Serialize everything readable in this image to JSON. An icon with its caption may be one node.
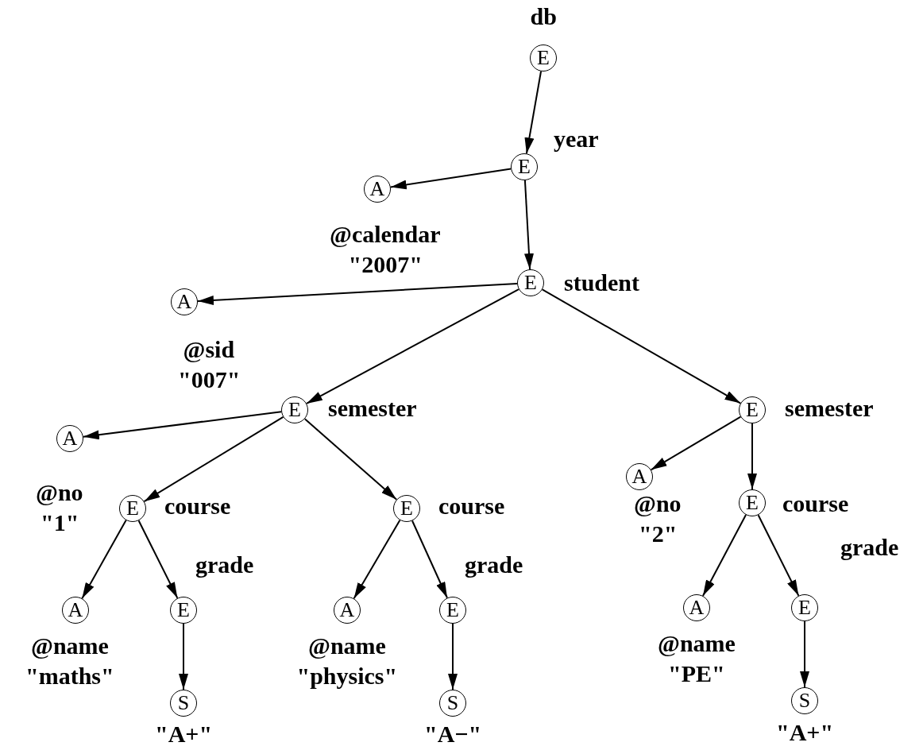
{
  "diagram": {
    "nodes": [
      {
        "text": [
          "E"
        ],
        "beside": [
          "db"
        ]
      },
      {
        "text": [
          "E"
        ],
        "beside": [
          "year"
        ]
      },
      {
        "text": [
          "A"
        ],
        "beside": [
          "@calendar",
          "\"2007\""
        ]
      },
      {
        "text": [
          "E"
        ],
        "beside": [
          "student"
        ]
      },
      {
        "text": [
          "A"
        ],
        "beside": [
          "@sid",
          "\"007\""
        ]
      },
      {
        "text": [
          "E"
        ],
        "beside": [
          "semester"
        ]
      },
      {
        "text": [
          "A"
        ],
        "beside": [
          "@no",
          "\"1\""
        ]
      },
      {
        "text": [
          "E"
        ],
        "beside": [
          "course"
        ]
      },
      {
        "text": [
          "A"
        ],
        "beside": [
          "@name",
          "\"maths\""
        ]
      },
      {
        "text": [
          "E"
        ],
        "beside": [
          "grade"
        ]
      },
      {
        "text": [
          "S"
        ],
        "beside": [
          "\"A+\""
        ]
      },
      {
        "text": [
          "E"
        ],
        "beside": [
          "course"
        ]
      },
      {
        "text": [
          "A"
        ],
        "beside": [
          "@name",
          "\"physics\""
        ]
      },
      {
        "text": [
          "E"
        ],
        "beside": [
          "grade"
        ]
      },
      {
        "text": [
          "S"
        ],
        "beside": [
          "\"A−\""
        ]
      },
      {
        "text": [
          "E"
        ],
        "beside": [
          "semester"
        ]
      },
      {
        "text": [
          "A"
        ],
        "beside": [
          "@no",
          "\"2\""
        ]
      },
      {
        "text": [
          "E"
        ],
        "beside": [
          "course"
        ]
      },
      {
        "text": [
          "A"
        ],
        "beside": [
          "@name",
          "\"PE\""
        ]
      },
      {
        "text": [
          "E"
        ],
        "beside": [
          "grade"
        ]
      },
      {
        "text": [
          "S"
        ],
        "beside": [
          "\"A+\""
        ]
      }
    ],
    "edges": [
      {
        "from": 0,
        "to": 1,
        "arrow": "to"
      },
      {
        "from": 1,
        "to": 2,
        "arrow": "to"
      },
      {
        "from": 1,
        "to": 3,
        "arrow": "to"
      },
      {
        "from": 3,
        "to": 4,
        "arrow": "to"
      },
      {
        "from": 3,
        "to": 5,
        "arrow": "to"
      },
      {
        "from": 3,
        "to": 15,
        "arrow": "to"
      },
      {
        "from": 5,
        "to": 6,
        "arrow": "to"
      },
      {
        "from": 5,
        "to": 7,
        "arrow": "to"
      },
      {
        "from": 5,
        "to": 11,
        "arrow": "to"
      },
      {
        "from": 7,
        "to": 8,
        "arrow": "to"
      },
      {
        "from": 7,
        "to": 9,
        "arrow": "to"
      },
      {
        "from": 9,
        "to": 10,
        "arrow": "to"
      },
      {
        "from": 11,
        "to": 12,
        "arrow": "to"
      },
      {
        "from": 11,
        "to": 13,
        "arrow": "to"
      },
      {
        "from": 13,
        "to": 14,
        "arrow": "to"
      },
      {
        "from": 15,
        "to": 16,
        "arrow": "to"
      },
      {
        "from": 15,
        "to": 17,
        "arrow": "to"
      },
      {
        "from": 17,
        "to": 18,
        "arrow": "to"
      },
      {
        "from": 17,
        "to": 19,
        "arrow": "to"
      },
      {
        "from": 19,
        "to": 20,
        "arrow": "to"
      }
    ]
  }
}
